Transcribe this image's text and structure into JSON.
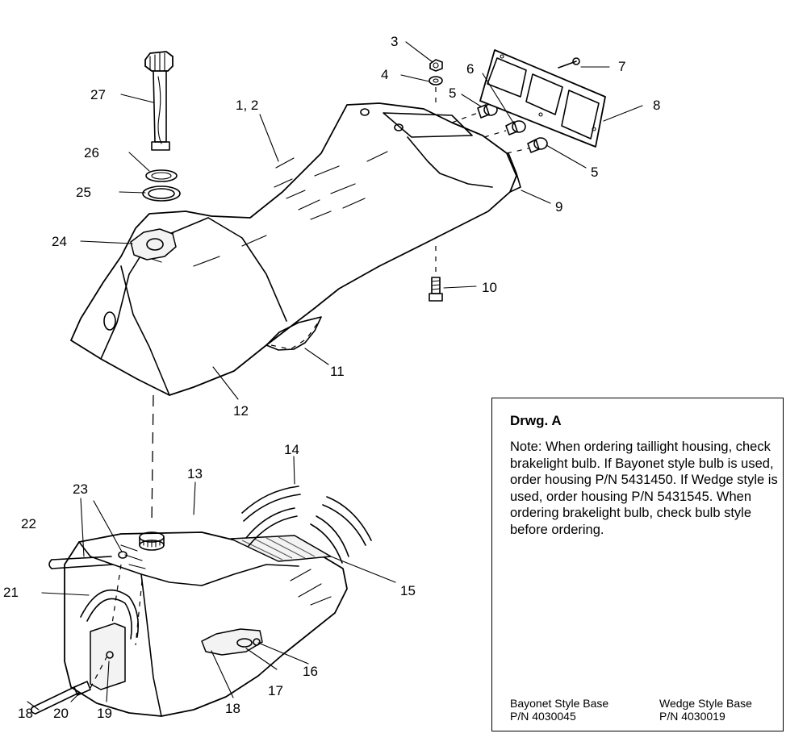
{
  "callouts": {
    "c_1_2": "1, 2",
    "c_3": "3",
    "c_4": "4",
    "c_5a": "5",
    "c_5b": "5",
    "c_6": "6",
    "c_7": "7",
    "c_8": "8",
    "c_9": "9",
    "c_10": "10",
    "c_11": "11",
    "c_12": "12",
    "c_13": "13",
    "c_14": "14",
    "c_15": "15",
    "c_16": "16",
    "c_17": "17",
    "c_18a": "18",
    "c_18b": "18",
    "c_19": "19",
    "c_20": "20",
    "c_21": "21",
    "c_22": "22",
    "c_23": "23",
    "c_24": "24",
    "c_25": "25",
    "c_26": "26",
    "c_27": "27"
  },
  "note": {
    "title": "Drwg. A",
    "text": "Note: When ordering taillight housing, check brakelight bulb.  If Bayonet style bulb is  used, order housing P/N 5431450.  If Wedge style is used, order housing P/N 5431545.  When ordering brakelight bulb, check bulb style before ordering.",
    "bayonet_label": "Bayonet Style Base",
    "bayonet_pn": "P/N 4030045",
    "wedge_label": "Wedge Style Base",
    "wedge_pn": "P/N 4030019"
  }
}
